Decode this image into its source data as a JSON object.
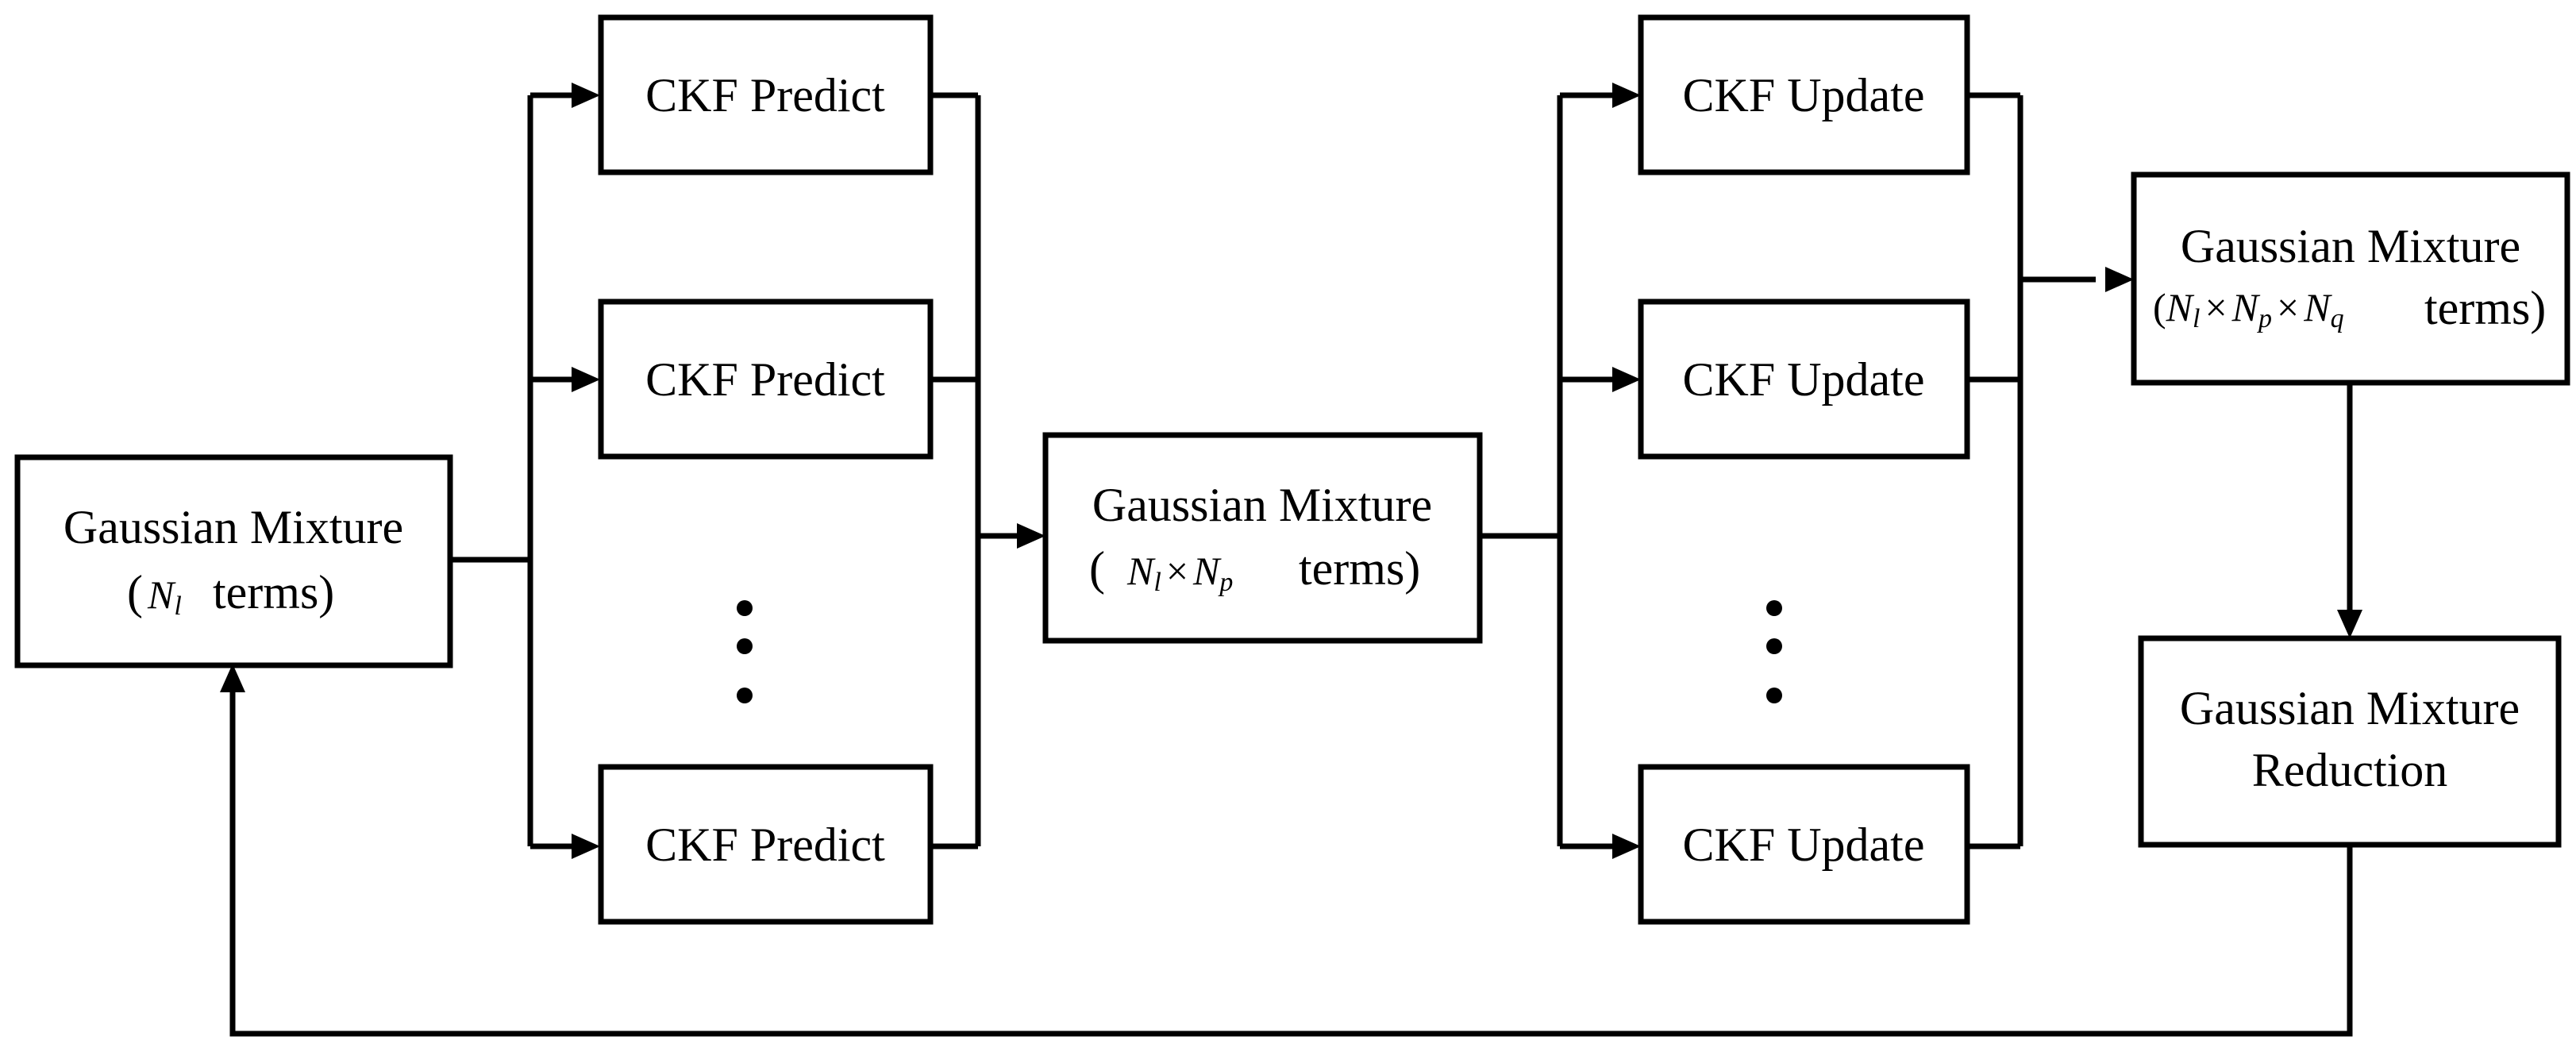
{
  "nodes": {
    "gm_input": {
      "line1": "Gaussian Mixture",
      "open": "(",
      "math_n": "N",
      "math_n_sub": "l",
      "close": "terms)"
    },
    "predict_1": {
      "label": "CKF Predict"
    },
    "predict_2": {
      "label": "CKF Predict"
    },
    "predict_3": {
      "label": "CKF Predict"
    },
    "gm_predicted": {
      "line1": "Gaussian Mixture",
      "open": "(",
      "n1": "N",
      "n1_sub": "l",
      "times": "×",
      "n2": "N",
      "n2_sub": "p",
      "close": "terms)"
    },
    "update_1": {
      "label": "CKF Update"
    },
    "update_2": {
      "label": "CKF Update"
    },
    "update_3": {
      "label": "CKF Update"
    },
    "gm_updated": {
      "line1": "Gaussian Mixture",
      "open": "(",
      "n1": "N",
      "n1_sub": "l",
      "times1": "×",
      "n2": "N",
      "n2_sub": "p",
      "times2": "×",
      "n3": "N",
      "n3_sub": "q",
      "close": "terms)"
    },
    "gm_reduction": {
      "line1": "Gaussian Mixture",
      "line2": "Reduction"
    }
  },
  "colors": {
    "stroke": "#000000",
    "background": "#ffffff"
  }
}
